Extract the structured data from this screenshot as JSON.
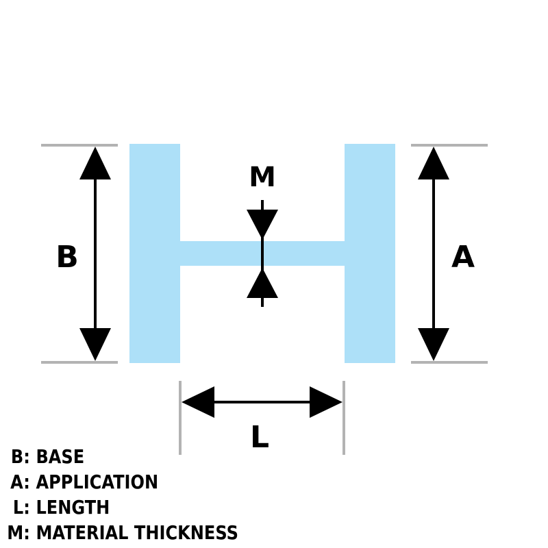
{
  "diagram": {
    "labels": {
      "base": "B",
      "application": "A",
      "length": "L",
      "thickness": "M"
    },
    "colors": {
      "profile": "#ade0f8",
      "guide": "#b3b3b3",
      "arrow": "#000000"
    }
  },
  "legend": [
    {
      "key": "B:",
      "text": "BASE"
    },
    {
      "key": "A:",
      "text": "APPLICATION"
    },
    {
      "key": "L:",
      "text": "LENGTH"
    },
    {
      "key": "M:",
      "text": "MATERIAL THICKNESS"
    }
  ]
}
